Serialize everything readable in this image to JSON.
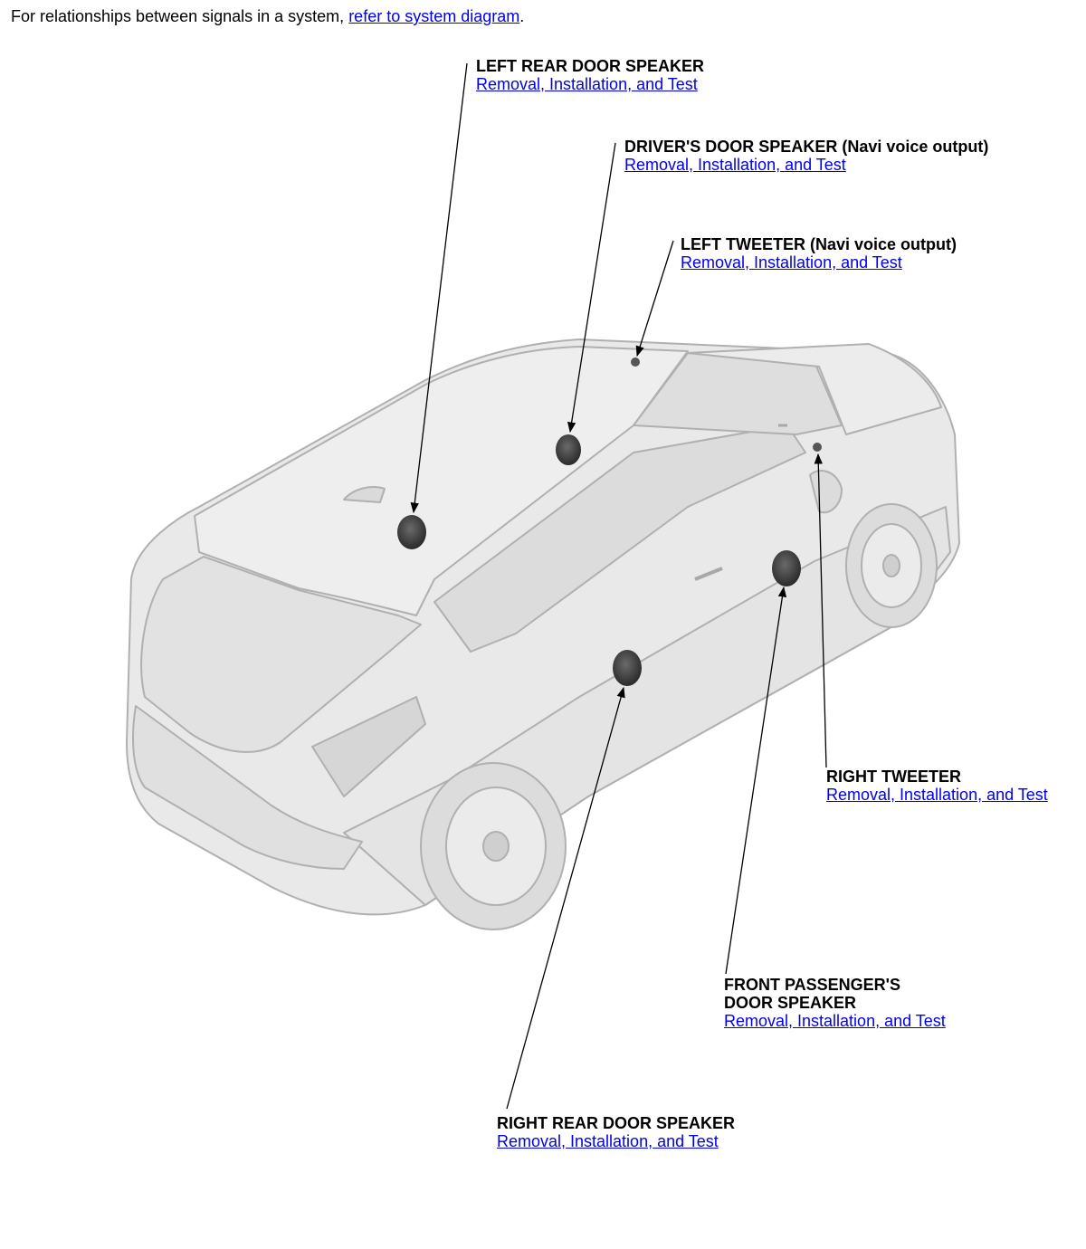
{
  "intro": {
    "text_before": "For relationships between signals in a system, ",
    "link_text": "refer to system diagram",
    "text_after": "."
  },
  "callouts": [
    {
      "id": "left-rear-door-speaker",
      "title": "LEFT REAR DOOR SPEAKER",
      "title_line2": "",
      "link": "Removal, Installation, and Test"
    },
    {
      "id": "drivers-door-speaker",
      "title": "DRIVER'S DOOR SPEAKER (Navi voice output)",
      "title_line2": "",
      "link": "Removal, Installation, and Test"
    },
    {
      "id": "left-tweeter",
      "title": "LEFT TWEETER (Navi voice output)",
      "title_line2": "",
      "link": "Removal, Installation, and Test"
    },
    {
      "id": "right-tweeter",
      "title": "RIGHT TWEETER",
      "title_line2": "",
      "link": "Removal, Installation, and Test"
    },
    {
      "id": "front-passengers-door-speaker",
      "title": "FRONT PASSENGER'S",
      "title_line2": "DOOR SPEAKER",
      "link": "Removal, Installation, and Test"
    },
    {
      "id": "right-rear-door-speaker",
      "title": "RIGHT REAR DOOR SPEAKER",
      "title_line2": "",
      "link": "Removal, Installation, and Test"
    }
  ],
  "colors": {
    "link": "#0000ee",
    "car_body": "#e6e6e6",
    "car_outline": "#b5b5b5",
    "speaker": "#3a3a3a"
  }
}
